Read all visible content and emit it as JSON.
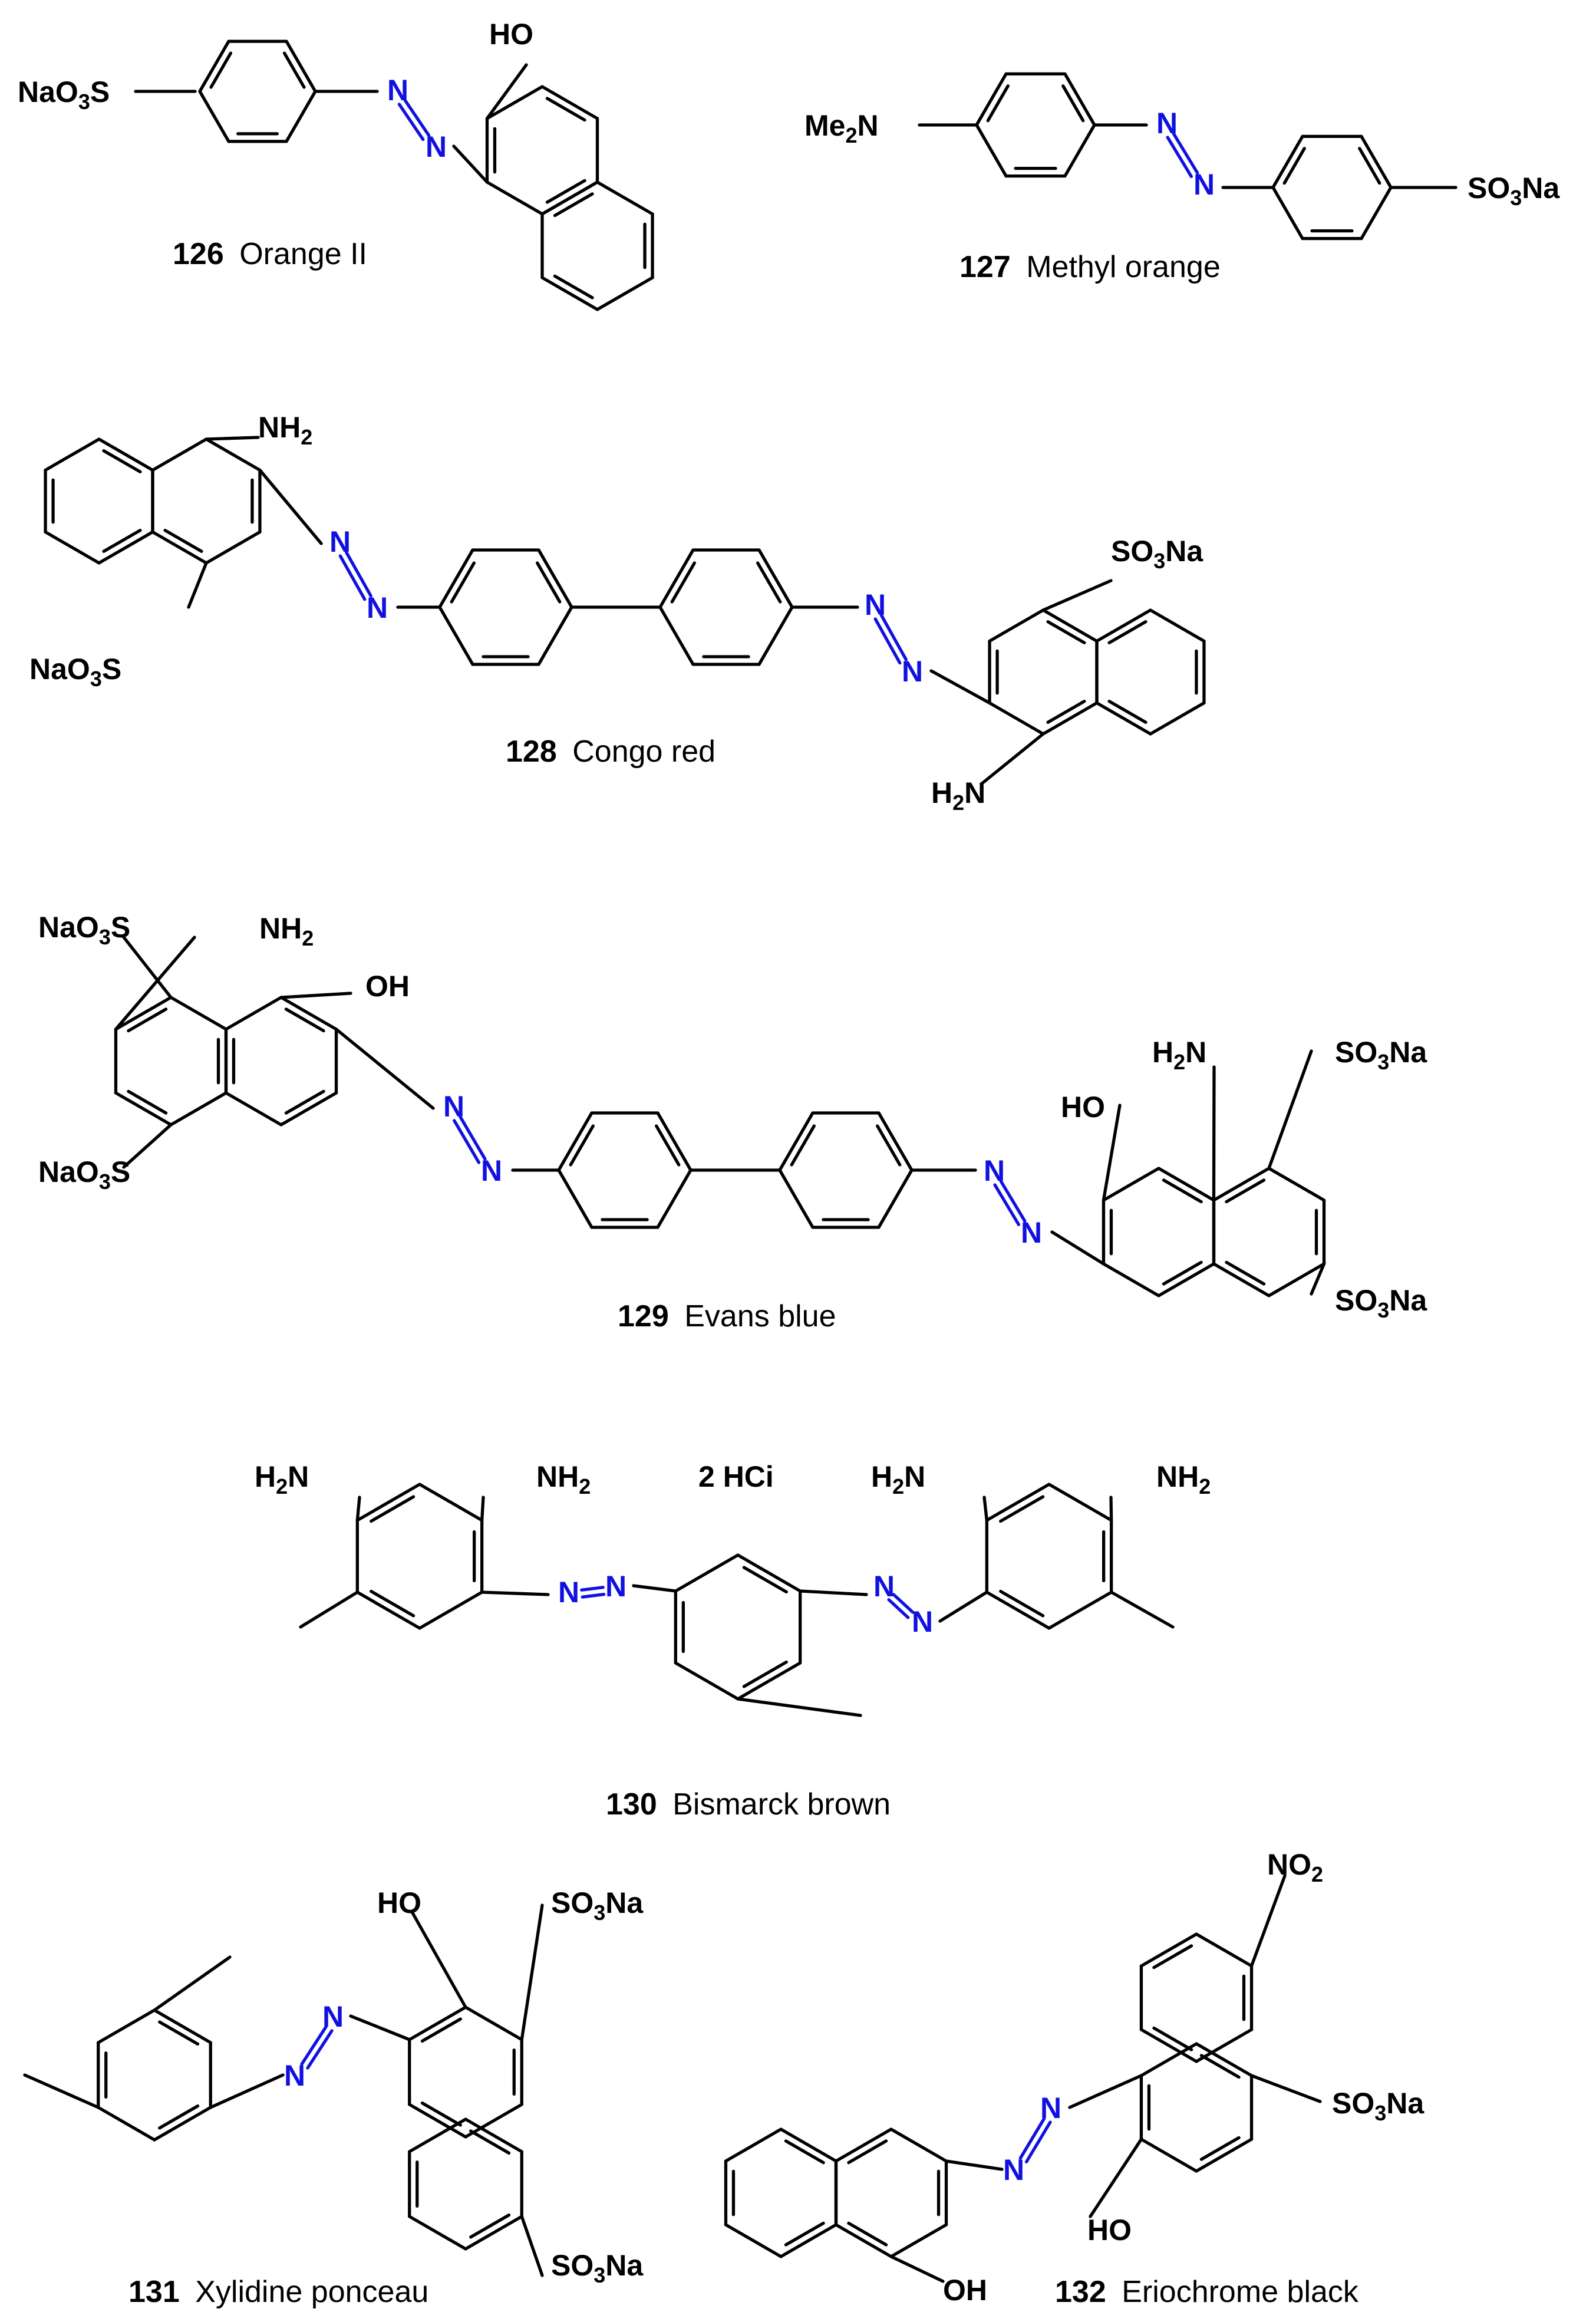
{
  "figure": {
    "compounds": [
      {
        "number": "126",
        "name": "Orange II"
      },
      {
        "number": "127",
        "name": "Methyl orange"
      },
      {
        "number": "128",
        "name": "Congo red"
      },
      {
        "number": "129",
        "name": "Evans blue"
      },
      {
        "number": "130",
        "name": "Bismarck brown"
      },
      {
        "number": "131",
        "name": "Xylidine ponceau"
      },
      {
        "number": "132",
        "name": "Eriochrome black"
      }
    ],
    "salt_label": "2 HCi",
    "colors": {
      "bond": "#000000",
      "azo_nitrogen": "#1010e0"
    }
  }
}
